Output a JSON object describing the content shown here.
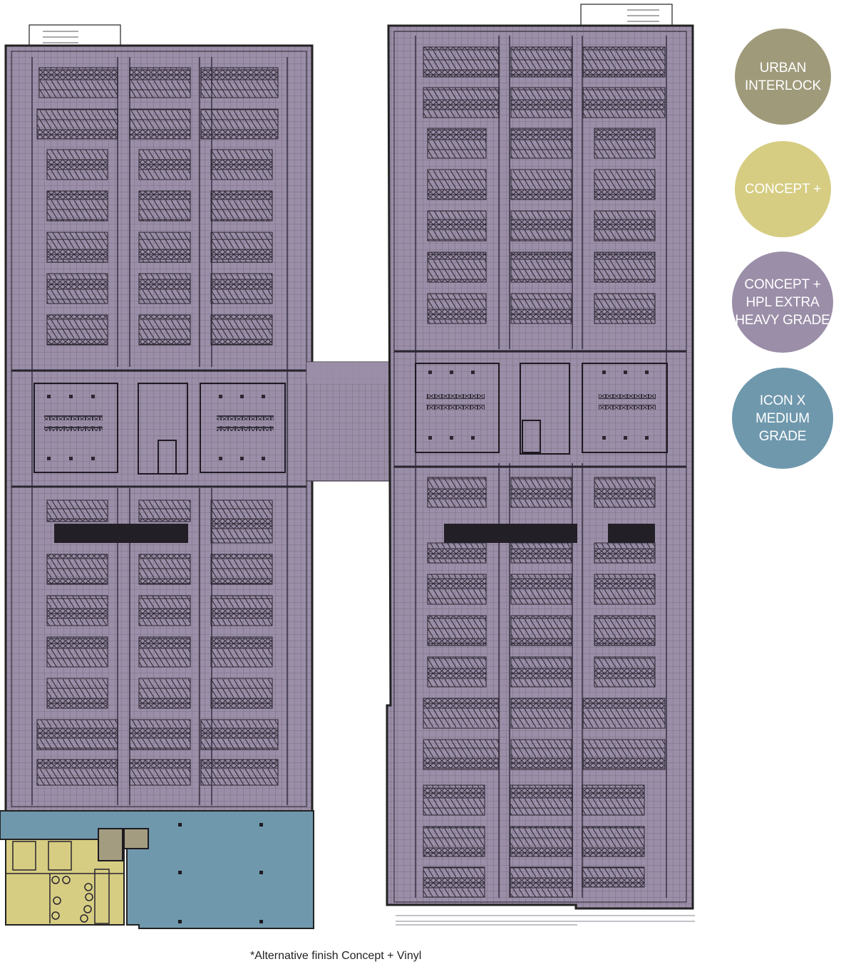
{
  "legend": {
    "items": [
      {
        "label": "URBAN\nINTERLOCK",
        "color": "#9f9a7a"
      },
      {
        "label": "CONCEPT +",
        "color": "#d6cd82"
      },
      {
        "label": "CONCEPT +\nHPL EXTRA\nHEAVY GRADE",
        "color": "#9b8ea8"
      },
      {
        "label": "ICON X\nMEDIUM\nGRADE",
        "color": "#6f98ad"
      }
    ]
  },
  "footnote": "*Alternative finish Concept + Vinyl",
  "colors": {
    "warehouse_floor": "#9b8ea8",
    "office_floor": "#6f98ad",
    "amenity_floor": "#d6cd82",
    "washroom_floor": "#a39c80",
    "line": "#3a3440"
  }
}
